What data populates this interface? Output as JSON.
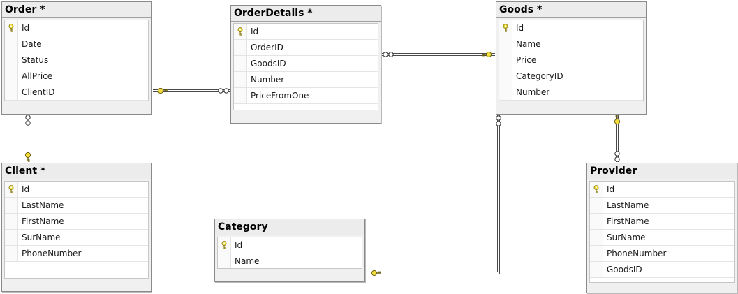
{
  "tables": {
    "order": {
      "title": "Order *",
      "columns": [
        "Id",
        "Date",
        "Status",
        "AllPrice",
        "ClientID"
      ]
    },
    "orderdetails": {
      "title": "OrderDetails *",
      "columns": [
        "Id",
        "OrderID",
        "GoodsID",
        "Number",
        "PriceFromOne"
      ]
    },
    "goods": {
      "title": "Goods *",
      "columns": [
        "Id",
        "Name",
        "Price",
        "CategoryID",
        "Number"
      ]
    },
    "client": {
      "title": "Client *",
      "columns": [
        "Id",
        "LastName",
        "FirstName",
        "SurName",
        "PhoneNumber"
      ]
    },
    "category": {
      "title": "Category",
      "columns": [
        "Id",
        "Name"
      ]
    },
    "provider": {
      "title": "Provider",
      "columns": [
        "Id",
        "LastName",
        "FirstName",
        "SurName",
        "PhoneNumber",
        "GoodsID"
      ]
    }
  },
  "primary_key_column": "Id",
  "colors": {
    "key_icon": "#f2dc3c",
    "connector": "#7a7a7a"
  }
}
